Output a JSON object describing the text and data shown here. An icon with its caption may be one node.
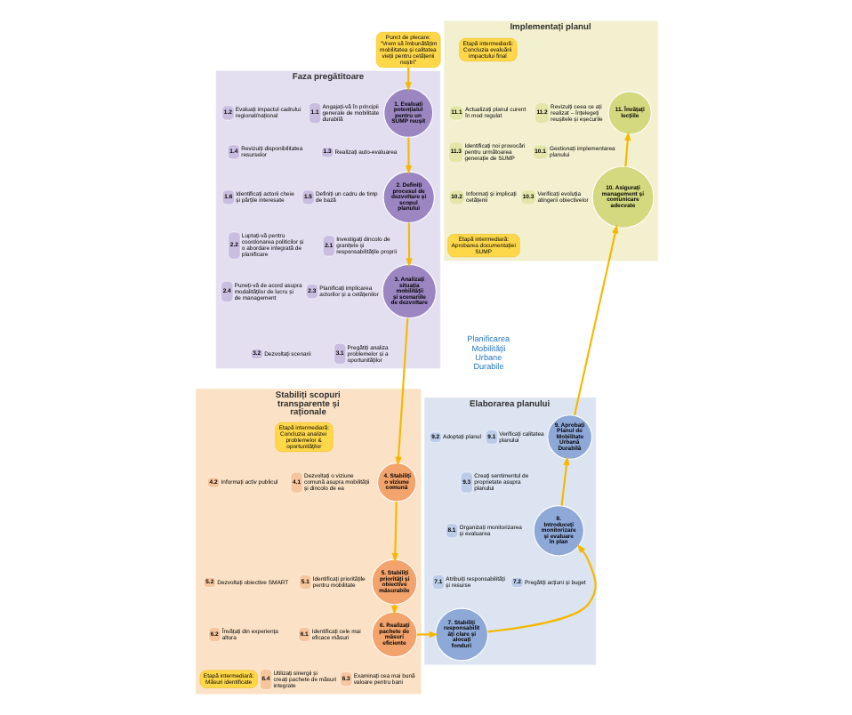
{
  "diagram": {
    "nodes": [
      {
        "text": [
          "Planificarea Mobilității Urbane Durabile"
        ]
      },
      {
        "text": [
          "Faza pregătitoare"
        ]
      },
      {
        "text": [
          "1. Evaluați potențialul pentru un SUMP reușit"
        ],
        "in": 1
      },
      {
        "text": [
          "2. Definiți procesul de dezvoltare și scopul planului"
        ],
        "in": 1
      },
      {
        "text": [
          "3. Analizați situația mobilității și scenariile de dezvoltare"
        ],
        "in": 1
      },
      {
        "text": [
          "1.1"
        ],
        "beside": [
          "Angajați-vă în principii generale de mobilitate durabilă"
        ],
        "in": 1
      },
      {
        "text": [
          "1.2"
        ],
        "beside": [
          "Evaluați impactul cadrului regional/național"
        ],
        "in": 1
      },
      {
        "text": [
          "1.3"
        ],
        "beside": [
          "Realizați auto-evaluarea"
        ],
        "in": 1
      },
      {
        "text": [
          "1.4"
        ],
        "beside": [
          "Revizuiți disponibilitatea resurselor"
        ],
        "in": 1
      },
      {
        "text": [
          "1.5"
        ],
        "beside": [
          "Definiți un cadru de timp de bază"
        ],
        "in": 1
      },
      {
        "text": [
          "1.6"
        ],
        "beside": [
          "Identificați actorii cheie și părțile interesate"
        ],
        "in": 1
      },
      {
        "text": [
          "2.1"
        ],
        "beside": [
          "Investigați dincolo de granițele și responsabilitățile proprii"
        ],
        "in": 1
      },
      {
        "text": [
          "2.2"
        ],
        "beside": [
          "Luptați-vă pentru coordonarea politicilor și o abordare integrată de planificare"
        ],
        "in": 1
      },
      {
        "text": [
          "2.3"
        ],
        "beside": [
          "Planificați implicarea actorilor și a cetățenilor"
        ],
        "in": 1
      },
      {
        "text": [
          "2.4"
        ],
        "beside": [
          "Puneți-vă de acord asupra modalităților de lucru și de management"
        ],
        "in": 1
      },
      {
        "text": [
          "3.1"
        ],
        "beside": [
          "Pregătiți analiza problemelor și a oportunităților"
        ],
        "in": 1
      },
      {
        "text": [
          "3.2"
        ],
        "beside": [
          "Dezvoltați scenarii"
        ],
        "in": 1
      },
      {
        "text": [
          "Stabiliți scopuri transparente și raționale"
        ]
      },
      {
        "text": [
          "4. Stabiliți o viziune comună"
        ],
        "in": 17
      },
      {
        "text": [
          "5. Stabiliți priorități și obiective măsurabile"
        ],
        "in": 17
      },
      {
        "text": [
          "6. Realizați pachete de măsuri eficiente"
        ],
        "in": 17
      },
      {
        "text": [
          "4.1"
        ],
        "beside": [
          "Dezvoltați o viziune comună asupra mobilității și dincolo de ea"
        ],
        "in": 17
      },
      {
        "text": [
          "4.2"
        ],
        "beside": [
          "Informați activ publicul"
        ],
        "in": 17
      },
      {
        "text": [
          "5.1"
        ],
        "beside": [
          "Identificați prioritățile pentru mobilitate"
        ],
        "in": 17
      },
      {
        "text": [
          "5.2"
        ],
        "beside": [
          "Dezvoltați obiective SMART"
        ],
        "in": 17
      },
      {
        "text": [
          "6.1"
        ],
        "beside": [
          "Identificați cele mai eficace măsuri"
        ],
        "in": 17
      },
      {
        "text": [
          "6.2"
        ],
        "beside": [
          "Învățați din experiența altora"
        ],
        "in": 17
      },
      {
        "text": [
          "6.3"
        ],
        "beside": [
          "Examinați cea mai bună valoare pentru bani"
        ],
        "in": 17
      },
      {
        "text": [
          "6.4"
        ],
        "beside": [
          "Utilizați sinergii și creați pachete de măsuri integrate"
        ],
        "in": 17
      },
      {
        "text": [
          "Etapă intermediară: Concluzia analizei problemelor & oportunităților"
        ],
        "in": 17
      },
      {
        "text": [
          "Etapă intermediară: Măsuri identificate"
        ],
        "in": 17
      },
      {
        "text": [
          "Elaborarea planului"
        ]
      },
      {
        "text": [
          "7. Stabiliți responsabilități clare și alocați fonduri"
        ],
        "in": 31
      },
      {
        "text": [
          "8. Introduceți monitorizare și evaluare în plan"
        ],
        "in": 31
      },
      {
        "text": [
          "9. Aprobați Planul de Mobilitate Urbană Durabilă"
        ],
        "in": 31
      },
      {
        "text": [
          "7.1"
        ],
        "beside": [
          "Atribuiți responsabilități și resurse"
        ],
        "in": 31
      },
      {
        "text": [
          "7.2"
        ],
        "beside": [
          "Pregătiți acțiuni și buget"
        ],
        "in": 31
      },
      {
        "text": [
          "8.1"
        ],
        "beside": [
          "Organizați monitorizarea și evaluarea"
        ],
        "in": 31
      },
      {
        "text": [
          "9.1"
        ],
        "beside": [
          "Verificați calitatea planului"
        ],
        "in": 31
      },
      {
        "text": [
          "9.2"
        ],
        "beside": [
          "Adoptați planul"
        ],
        "in": 31
      },
      {
        "text": [
          "9.3"
        ],
        "beside": [
          "Creați sentimentul de proprietate asupra planului"
        ],
        "in": 31
      },
      {
        "text": [
          "Implementați planul"
        ]
      },
      {
        "text": [
          "10. Asigurați management și comunicare adecvate"
        ],
        "in": 41
      },
      {
        "text": [
          "11. Învățați lecțiile"
        ],
        "in": 41
      },
      {
        "text": [
          "10.1"
        ],
        "beside": [
          "Gestionați implementarea planului"
        ],
        "in": 41
      },
      {
        "text": [
          "10.2"
        ],
        "beside": [
          "Informați și implicați cetățenii"
        ],
        "in": 41
      },
      {
        "text": [
          "10.3"
        ],
        "beside": [
          "Verificați evoluția atingerii obiectivelor"
        ],
        "in": 41
      },
      {
        "text": [
          "11.1"
        ],
        "beside": [
          "Actualizați planul curent în mod regulat"
        ],
        "in": 41
      },
      {
        "text": [
          "11.2"
        ],
        "beside": [
          "Revizuiți ceea ce ați realizat – înțelegeți reușitele și eșecurile"
        ],
        "in": 41
      },
      {
        "text": [
          "11.3"
        ],
        "beside": [
          "Identificați noi provocări pentru următoarea generație de SUMP"
        ],
        "in": 41
      },
      {
        "text": [
          "Etapă intermediară: Aprobarea documentației SUMP"
        ],
        "in": 41
      },
      {
        "text": [
          "Etapă intermediară: Concluzia evaluării impactului final"
        ],
        "in": 41
      },
      {
        "text": [
          "Punct de plecare:",
          "“Vrem să îmbunătățim mobilitatea și calitatea vieții pentru cetățenii noștri”"
        ]
      }
    ],
    "edges": [
      {
        "from": 52,
        "to": 2,
        "arrow": "to"
      },
      {
        "from": 2,
        "to": 3,
        "arrow": "to"
      },
      {
        "from": 3,
        "to": 4,
        "arrow": "to"
      },
      {
        "from": 4,
        "to": 18,
        "arrow": "to"
      },
      {
        "from": 18,
        "to": 19,
        "arrow": "to"
      },
      {
        "from": 19,
        "to": 20,
        "arrow": "to"
      },
      {
        "from": 20,
        "to": 32,
        "arrow": "to"
      },
      {
        "from": 32,
        "to": 33,
        "arrow": "to"
      },
      {
        "from": 33,
        "to": 34,
        "arrow": "to"
      },
      {
        "from": 34,
        "to": 42,
        "arrow": "to"
      },
      {
        "from": 42,
        "to": 43,
        "arrow": "to"
      }
    ]
  }
}
